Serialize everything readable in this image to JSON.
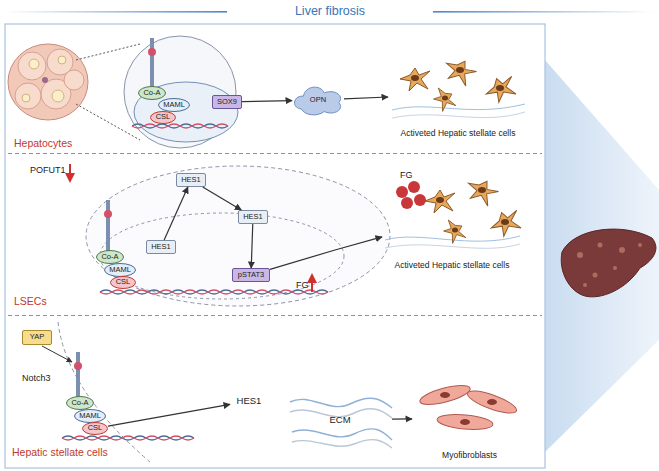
{
  "diagram": {
    "title": "Liver fibrosis",
    "nodes": [
      {
        "text": [
          "Hepatocytes"
        ]
      },
      {
        "text": [
          "Co-A"
        ],
        "in": 0
      },
      {
        "text": [
          "MAML"
        ],
        "in": 0
      },
      {
        "text": [
          "CSL"
        ],
        "in": 0
      },
      {
        "text": [
          "SOX9"
        ],
        "in": 0
      },
      {
        "text": [
          "OPN"
        ],
        "in": 0
      },
      {
        "text": [
          "Activeted Hepatic stellate cells"
        ],
        "in": 0
      },
      {
        "text": [
          "LSECs"
        ]
      },
      {
        "text": [
          "Co-A"
        ],
        "in": 7
      },
      {
        "text": [
          "MAML"
        ],
        "in": 7
      },
      {
        "text": [
          "CSL"
        ],
        "in": 7
      },
      {
        "text": [
          "HES1"
        ],
        "in": 7
      },
      {
        "text": [
          "HES1"
        ],
        "in": 7
      },
      {
        "text": [
          "HES1"
        ],
        "in": 7
      },
      {
        "text": [
          "pSTAT3"
        ],
        "in": 7
      },
      {
        "text": [
          "Activeted Hepatic stellate cells"
        ],
        "in": 7
      },
      {
        "text": [
          "Hepatic stellate cells"
        ]
      },
      {
        "text": [
          "YAP"
        ],
        "in": 16
      },
      {
        "text": [
          "Co-A"
        ],
        "in": 16
      },
      {
        "text": [
          "MAML"
        ],
        "in": 16
      },
      {
        "text": [
          "CSL"
        ],
        "in": 16
      },
      {
        "text": [
          "HES1"
        ],
        "in": 16
      },
      {
        "text": [
          "ECM"
        ],
        "in": 16
      },
      {
        "text": [
          "Myofibroblasts"
        ],
        "in": 16
      }
    ],
    "edges": [
      {
        "from": 4,
        "to": 5,
        "arrow": "to"
      },
      {
        "from": 5,
        "to": 6,
        "arrow": "to"
      },
      {
        "from": 11,
        "to": 12,
        "arrow": "to"
      },
      {
        "from": 12,
        "to": 13,
        "arrow": "to"
      },
      {
        "from": 13,
        "to": 14,
        "arrow": "to"
      },
      {
        "from": 14,
        "to": 15,
        "arrow": "to"
      },
      {
        "from": 20,
        "to": 21,
        "arrow": "to"
      },
      {
        "from": 22,
        "to": 23,
        "arrow": "to"
      }
    ],
    "labels": [
      "POFUT1",
      "FG",
      "FG",
      "Notch3"
    ]
  }
}
